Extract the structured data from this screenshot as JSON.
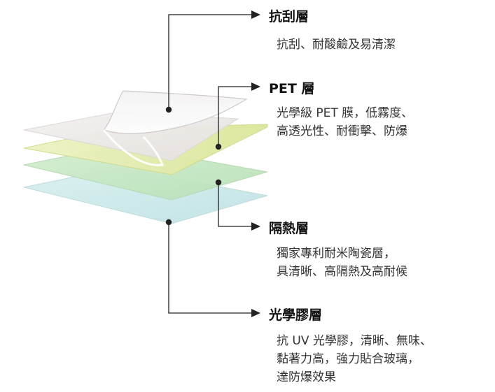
{
  "layers": [
    {
      "key": "scratch",
      "title": "抗刮層",
      "description": [
        "抗刮、耐酸鹼及易清潔"
      ],
      "color": "#efeaea"
    },
    {
      "key": "pet",
      "title": "PET 層",
      "description": [
        "光學級 PET 膜，低霧度、",
        "高透光性、耐衝擊、防爆"
      ],
      "color": "#e8efb4"
    },
    {
      "key": "heat",
      "title": "隔熱層",
      "description": [
        "獨家專利耐米陶瓷層，",
        "具清晰、高隔熱及高耐候"
      ],
      "color": "#c8e8c4"
    },
    {
      "key": "adhesive",
      "title": "光學膠層",
      "description": [
        "抗 UV 光學膠，清晰、無味、",
        "黏著力高，強力貼合玻璃，",
        "達防爆效果"
      ],
      "color": "#cfeaea"
    }
  ]
}
